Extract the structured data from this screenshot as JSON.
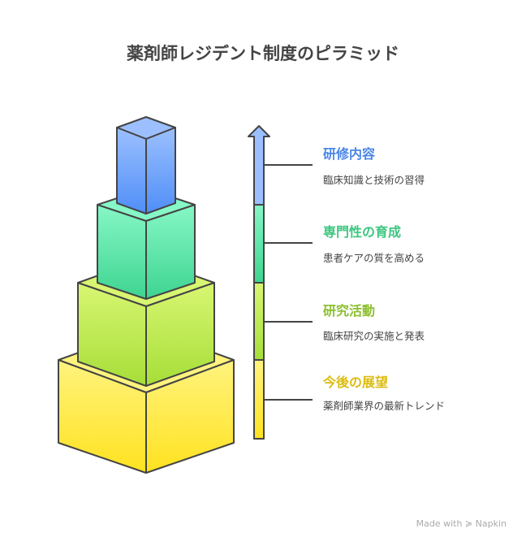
{
  "title": "薬剤師レジデント制度のピラミッド",
  "levels": [
    {
      "heading": "研修内容",
      "desc": "臨床知識と技術の習得",
      "color": "#4a86e8"
    },
    {
      "heading": "専門性の育成",
      "desc": "患者ケアの質を高める",
      "color": "#3cc77f"
    },
    {
      "heading": "研究活動",
      "desc": "臨床研究の実施と発表",
      "color": "#8bbf2e"
    },
    {
      "heading": "今後の展望",
      "desc": "薬剤師業界の最新トレンド",
      "color": "#dcbc10"
    }
  ],
  "watermark": "Made with ≽ Napkin"
}
